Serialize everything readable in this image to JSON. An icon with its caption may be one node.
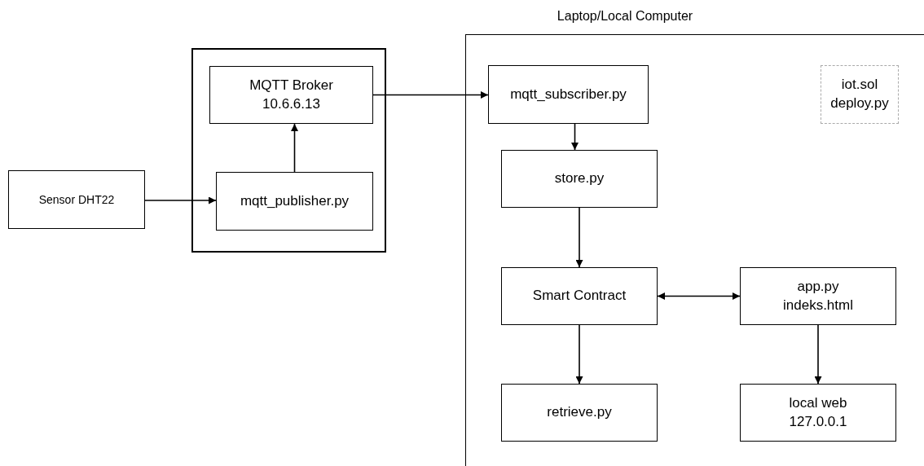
{
  "diagram": {
    "nodes": [
      {
        "text": [
          "Sensor DHT22"
        ]
      },
      {
        "text": [],
        "shape": "box"
      },
      {
        "text": [
          "MQTT Broker 10.6.6.13"
        ],
        "in": 1
      },
      {
        "text": [
          "mqtt_publisher.py"
        ],
        "in": 1
      },
      {
        "text": [
          "Laptop/Local Computer"
        ]
      },
      {
        "text": [
          "mqtt_subscriber.py"
        ],
        "in": 4
      },
      {
        "text": [
          "iot.sol deploy.py"
        ],
        "in": 4
      },
      {
        "text": [
          "store.py"
        ],
        "in": 4
      },
      {
        "text": [
          "Smart Contract"
        ],
        "in": 4
      },
      {
        "text": [
          "app.py indeks.html"
        ],
        "in": 4
      },
      {
        "text": [
          "retrieve.py"
        ],
        "in": 4
      },
      {
        "text": [
          "local web 127.0.0.1"
        ],
        "in": 4
      }
    ],
    "edges": [
      {
        "from": 0,
        "to": 3,
        "arrow": "to"
      },
      {
        "from": 3,
        "to": 2,
        "arrow": "to"
      },
      {
        "from": 2,
        "to": 5,
        "arrow": "to"
      },
      {
        "from": 5,
        "to": 7,
        "arrow": "to"
      },
      {
        "from": 7,
        "to": 8,
        "arrow": "to"
      },
      {
        "from": 8,
        "to": 9,
        "arrow": "both"
      },
      {
        "from": 8,
        "to": 10,
        "arrow": "to"
      },
      {
        "from": 9,
        "to": 11,
        "arrow": "to"
      }
    ]
  }
}
